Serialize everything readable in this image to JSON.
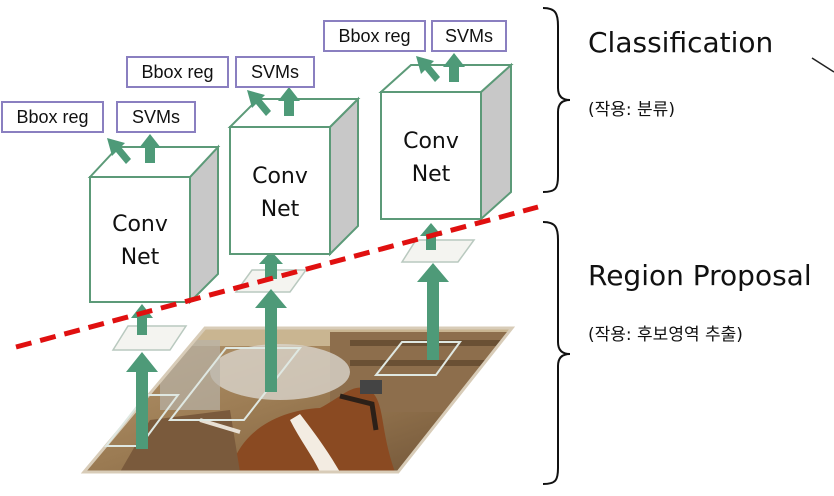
{
  "pipelines": [
    {
      "bbox_reg": "Bbox reg",
      "svms": "SVMs",
      "conv_line1": "Conv",
      "conv_line2": "Net"
    },
    {
      "bbox_reg": "Bbox reg",
      "svms": "SVMs",
      "conv_line1": "Conv",
      "conv_line2": "Net"
    },
    {
      "bbox_reg": "Bbox reg",
      "svms": "SVMs",
      "conv_line1": "Conv",
      "conv_line2": "Net"
    }
  ],
  "stages": {
    "classification": {
      "title": "Classification",
      "subtitle": "(작용: 분류)"
    },
    "region_proposal": {
      "title": "Region Proposal",
      "subtitle": "(작용: 후보영역 추출)"
    }
  },
  "colors": {
    "cube_edge": "#5c9a78",
    "cube_side": "#c8c8c8",
    "arrow": "#4e9a78",
    "label_border": "#8a7fc0",
    "dashed_line": "#e01010",
    "photo_frame": "#d8ccb8"
  }
}
